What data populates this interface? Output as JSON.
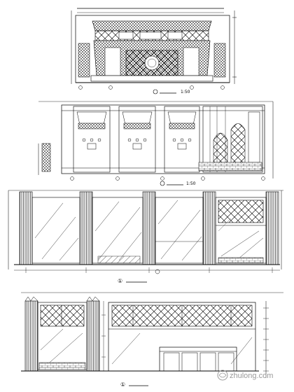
{
  "drawing": {
    "elevation_1_scale": "1:50",
    "elevation_2_scale": "1:50",
    "elevation_3_mark": "①",
    "elevation_4_mark": "①"
  },
  "watermark": {
    "site": "zhulong.com"
  }
}
